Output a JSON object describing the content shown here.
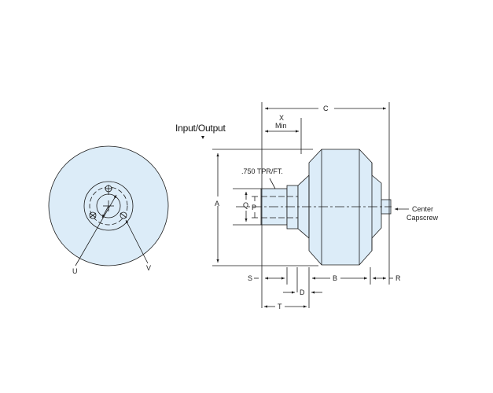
{
  "diagram": {
    "title": "Input/Output",
    "colors": {
      "fill": "#dcecf8",
      "line": "#1a1a1a"
    },
    "end_view": {
      "labels": {
        "u": "U",
        "v": "V"
      }
    },
    "side_view": {
      "taper_note": ".750 TPR/FT.",
      "dimensions": {
        "a": "A",
        "b": "B",
        "c": "C",
        "d": "D",
        "p": "P",
        "q": "Q",
        "r": "R",
        "s": "S",
        "t": "T",
        "x": "X",
        "x_sub": "Min"
      },
      "callout_center": "Center",
      "callout_capscrew": "Capscrew"
    }
  }
}
